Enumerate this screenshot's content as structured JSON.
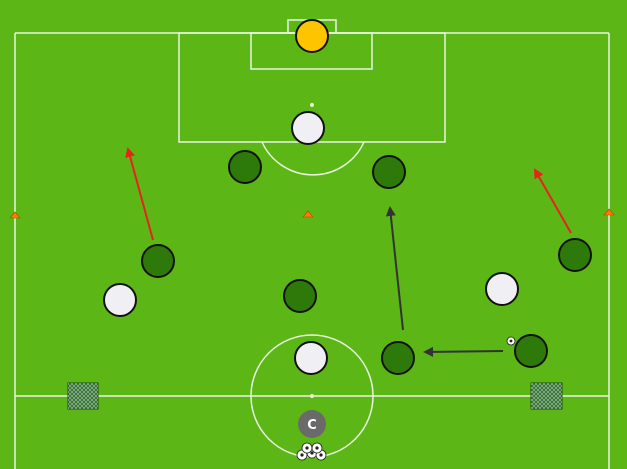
{
  "pitch": {
    "grass_color": "#5bb616",
    "line_color": "#e8f5e0"
  },
  "colors": {
    "goalkeeper": "#ffc400",
    "white_team": "#f0f0f4",
    "green_team": "#2d7a0a",
    "run_arrow": "#e8231a",
    "pass_arrow": "#333333",
    "cone": "#ff7a00",
    "mini_goal": "#3a6e3a",
    "coach": "#6a6a6a"
  },
  "coach": {
    "label": "C"
  },
  "players": [
    {
      "team": "goalkeeper",
      "role": "goalkeeper"
    },
    {
      "team": "white",
      "role": "defender-central"
    },
    {
      "team": "white",
      "role": "defender-left"
    },
    {
      "team": "white",
      "role": "defender-right"
    },
    {
      "team": "white",
      "role": "defender-center-circle"
    },
    {
      "team": "green",
      "role": "attacker-1"
    },
    {
      "team": "green",
      "role": "attacker-2"
    },
    {
      "team": "green",
      "role": "attacker-3"
    },
    {
      "team": "green",
      "role": "attacker-4"
    },
    {
      "team": "green",
      "role": "attacker-5"
    },
    {
      "team": "green",
      "role": "attacker-6"
    },
    {
      "team": "green",
      "role": "attacker-7"
    }
  ],
  "arrows": [
    {
      "type": "run"
    },
    {
      "type": "run"
    },
    {
      "type": "pass"
    },
    {
      "type": "pass"
    }
  ]
}
